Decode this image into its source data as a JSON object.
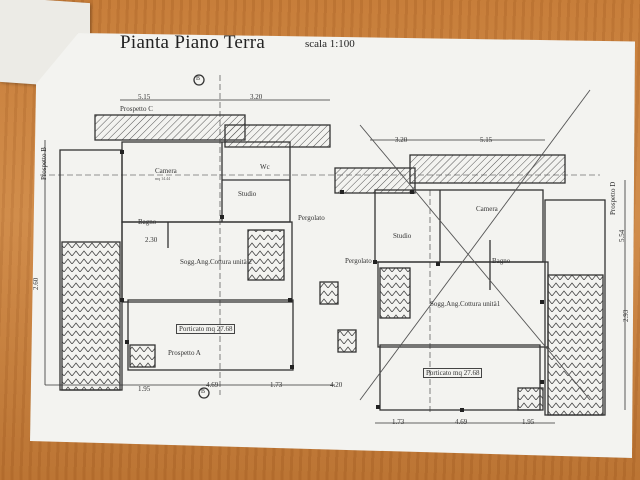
{
  "sheet": {
    "title": "Pianta Piano Terra",
    "scale": "scala 1:100"
  },
  "left_unit": {
    "elevations": {
      "c": "Prospetto C",
      "b": "Prospetto B",
      "a": "Prospetto A"
    },
    "rooms": {
      "bedroom": "Camera",
      "bedroom_sub": "mq 14.44",
      "study": "Studio",
      "wc": "Wc",
      "bath": "Bagno",
      "living": "Sogg.Ang.Cottura unità 2",
      "pergola": "Pergolato",
      "porch": "Porticato mq 27.68"
    },
    "dims": {
      "top_a": "5.15",
      "top_b": "3.20",
      "bot_a": "1.95",
      "bot_b": "4.69",
      "bot_c": "1.73",
      "bot_d": "4.20",
      "side_a": "2.30",
      "side_b": "2.60"
    }
  },
  "right_unit": {
    "elevations": {
      "d": "Prospetto D"
    },
    "rooms": {
      "bedroom": "Camera",
      "study": "Studio",
      "bath": "Bagno",
      "living": "Sogg.Ang.Cottura unità1",
      "pergola": "Pergolato",
      "porch": "Porticato mq 27.68"
    },
    "dims": {
      "top_a": "3.20",
      "top_b": "5.15",
      "bot_a": "1.73",
      "bot_b": "4.69",
      "bot_c": "1.95",
      "side_a": "5.54",
      "side_b": "2.93"
    }
  },
  "markers": {
    "section_b": "B"
  }
}
